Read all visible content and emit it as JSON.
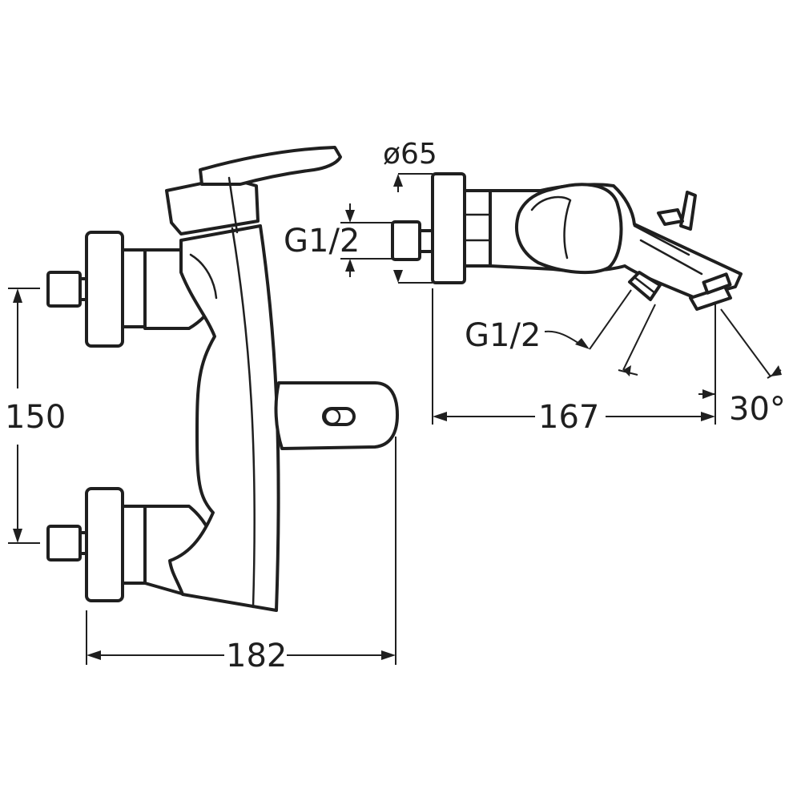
{
  "dimensions": {
    "height_spacing": "150",
    "front_width": "182",
    "connection_thread": "G1/2",
    "side_diameter": "ø65",
    "side_thread": "G1/2",
    "side_depth": "167",
    "spout_angle": "30°"
  }
}
